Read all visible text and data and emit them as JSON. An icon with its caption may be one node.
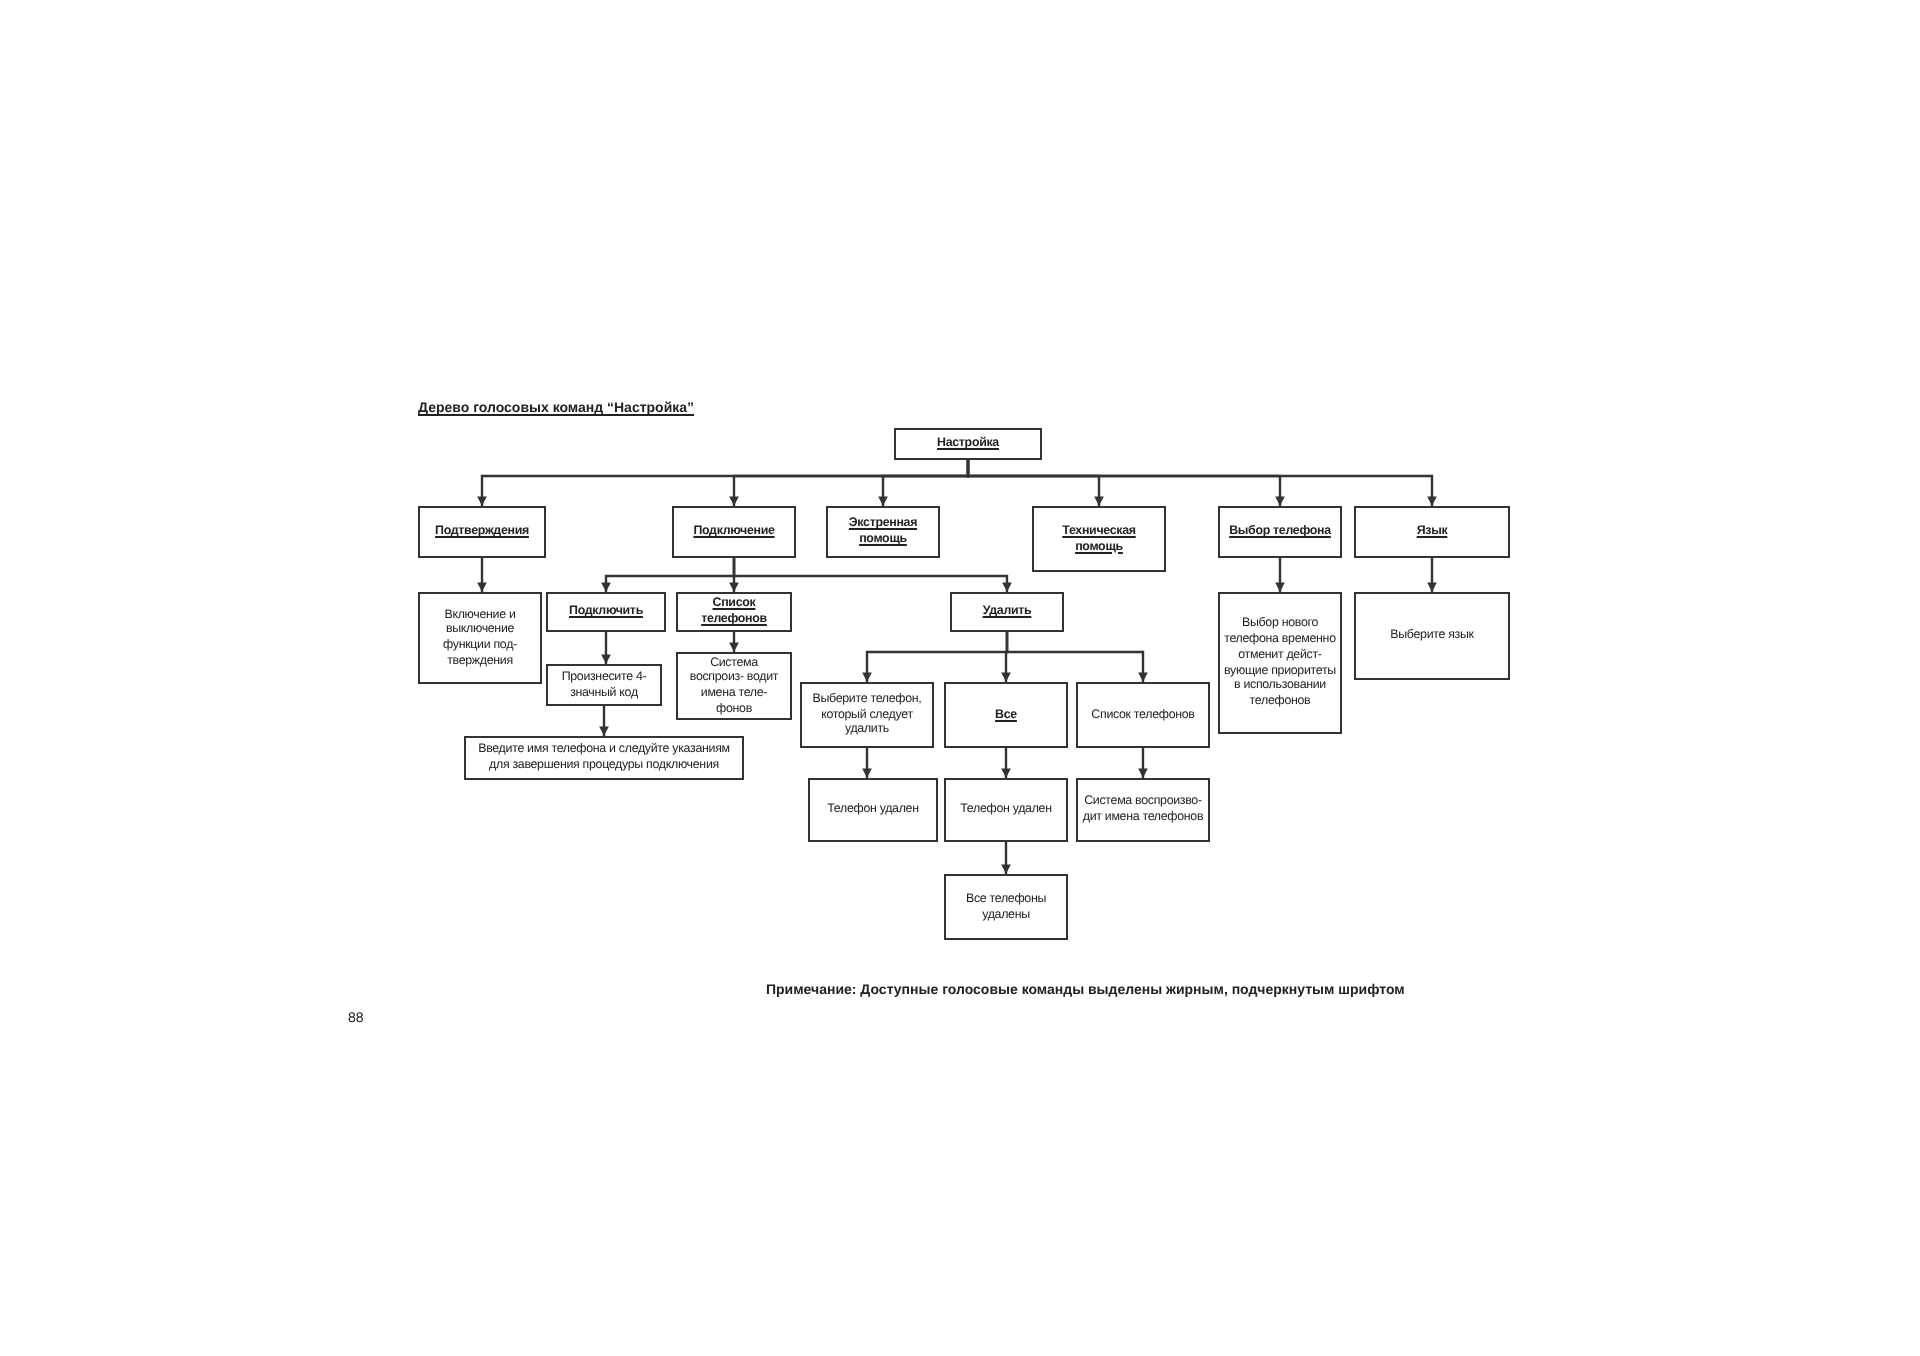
{
  "diagram": {
    "title": "Дерево голосовых команд “Настройка”",
    "nodes": [
      {
        "text": [
          "Настройка"
        ]
      },
      {
        "text": [
          "Подтверждения"
        ]
      },
      {
        "text": [
          "Подключение"
        ]
      },
      {
        "text": [
          "Экстренная помощь"
        ]
      },
      {
        "text": [
          "Техническая помощь"
        ]
      },
      {
        "text": [
          "Выбор телефона"
        ]
      },
      {
        "text": [
          "Язык"
        ]
      },
      {
        "text": [
          "Включение и выключение функции под- тверждения"
        ]
      },
      {
        "text": [
          "Подключить"
        ]
      },
      {
        "text": [
          "Список телефонов"
        ]
      },
      {
        "text": [
          "Удалить"
        ]
      },
      {
        "text": [
          "Произнесите 4-значный код"
        ]
      },
      {
        "text": [
          "Система воспроиз- водит имена теле- фонов"
        ]
      },
      {
        "text": [
          "Введите имя телефона и следуйте указаниям для завершения процедуры подключения"
        ]
      },
      {
        "text": [
          "Выберите телефон, который следует удалить"
        ]
      },
      {
        "text": [
          "Все"
        ]
      },
      {
        "text": [
          "Список телефонов"
        ]
      },
      {
        "text": [
          "Выбор нового телефона временно отменит дейст- вующие приоритеты в использовании телефонов"
        ]
      },
      {
        "text": [
          "Выберите язык"
        ]
      },
      {
        "text": [
          "Телефон удален"
        ]
      },
      {
        "text": [
          "Телефон удален"
        ]
      },
      {
        "text": [
          "Система воспроизво- дит имена телефонов"
        ]
      },
      {
        "text": [
          "Все телефоны удалены"
        ]
      }
    ],
    "edges": [
      {
        "from": 0,
        "to": 1,
        "arrow": "to"
      },
      {
        "from": 0,
        "to": 2,
        "arrow": "to"
      },
      {
        "from": 0,
        "to": 3,
        "arrow": "to"
      },
      {
        "from": 0,
        "to": 4,
        "arrow": "to"
      },
      {
        "from": 0,
        "to": 5,
        "arrow": "to"
      },
      {
        "from": 0,
        "to": 6,
        "arrow": "to"
      },
      {
        "from": 1,
        "to": 7,
        "arrow": "to"
      },
      {
        "from": 2,
        "to": 8,
        "arrow": "to"
      },
      {
        "from": 2,
        "to": 9,
        "arrow": "to"
      },
      {
        "from": 2,
        "to": 10,
        "arrow": "to"
      },
      {
        "from": 5,
        "to": 17,
        "arrow": "to"
      },
      {
        "from": 6,
        "to": 18,
        "arrow": "to"
      },
      {
        "from": 8,
        "to": 11,
        "arrow": "to"
      },
      {
        "from": 9,
        "to": 12,
        "arrow": "to"
      },
      {
        "from": 11,
        "to": 13,
        "arrow": "to"
      },
      {
        "from": 10,
        "to": 14,
        "arrow": "to"
      },
      {
        "from": 10,
        "to": 15,
        "arrow": "to"
      },
      {
        "from": 10,
        "to": 16,
        "arrow": "to"
      },
      {
        "from": 14,
        "to": 19,
        "arrow": "to"
      },
      {
        "from": 15,
        "to": 20,
        "arrow": "to"
      },
      {
        "from": 16,
        "to": 21,
        "arrow": "to"
      },
      {
        "from": 20,
        "to": 22,
        "arrow": "to"
      }
    ],
    "labels": [
      "Примечание: Доступные голосовые команды выделены жирным, подчеркнутым шрифтом",
      "88"
    ]
  }
}
